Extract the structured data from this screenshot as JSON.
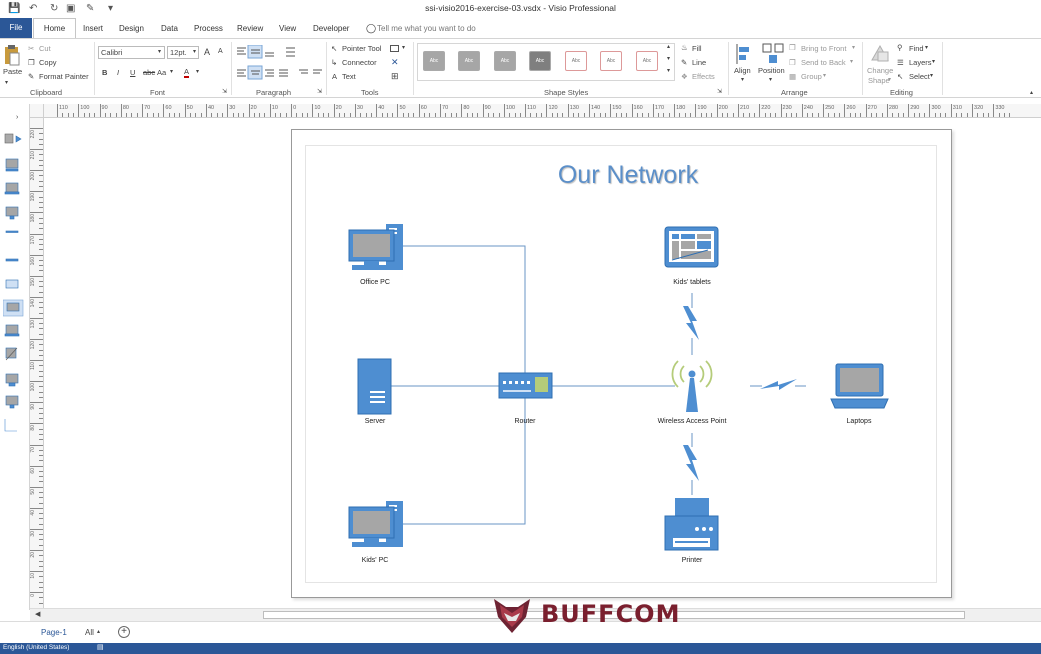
{
  "window": {
    "title": "ssi-visio2016-exercise-03.vsdx  -  Visio Professional"
  },
  "tabs": {
    "file": "File",
    "home": "Home",
    "insert": "Insert",
    "design": "Design",
    "data": "Data",
    "process": "Process",
    "review": "Review",
    "view": "View",
    "developer": "Developer",
    "tell_me_placeholder": "Tell me what you want to do"
  },
  "ribbon": {
    "clipboard": {
      "paste": "Paste",
      "cut": "Cut",
      "copy": "Copy",
      "format_painter": "Format Painter",
      "label": "Clipboard"
    },
    "font": {
      "family": "Calibri",
      "size": "12pt.",
      "bold": "B",
      "italic": "I",
      "underline": "U",
      "strike": "abc",
      "case": "Aa",
      "color": "A",
      "grow": "A",
      "shrink": "A",
      "label": "Font"
    },
    "paragraph": {
      "label": "Paragraph"
    },
    "tools": {
      "pointer": "Pointer Tool",
      "connector": "Connector",
      "text": "Text",
      "text_glyph": "A",
      "label": "Tools"
    },
    "shape_styles": {
      "sample": "Abc",
      "fill": "Fill",
      "line": "Line",
      "effects": "Effects",
      "label": "Shape Styles"
    },
    "arrange": {
      "align": "Align",
      "position": "Position",
      "bring_front": "Bring to Front",
      "send_back": "Send to Back",
      "group": "Group",
      "label": "Arrange"
    },
    "editing": {
      "change_shape_1": "Change",
      "change_shape_2": "Shape",
      "find": "Find",
      "layers": "Layers",
      "select": "Select",
      "label": "Editing"
    }
  },
  "rulers": {
    "horizontal": [
      "110",
      "100",
      "90",
      "80",
      "70",
      "60",
      "50",
      "40",
      "30",
      "20",
      "10",
      "0",
      "10",
      "20",
      "30",
      "40",
      "50",
      "60",
      "70",
      "80",
      "90",
      "100",
      "110",
      "120",
      "130",
      "140",
      "150",
      "160",
      "170",
      "180",
      "190",
      "200",
      "210",
      "220",
      "230",
      "240",
      "250",
      "260",
      "270",
      "280",
      "290",
      "300",
      "310",
      "320",
      "330"
    ],
    "vertical": [
      "220",
      "210",
      "200",
      "190",
      "180",
      "170",
      "160",
      "150",
      "140",
      "130",
      "120",
      "110",
      "100",
      "90",
      "80",
      "70",
      "60",
      "50",
      "40",
      "30",
      "20",
      "10",
      "0"
    ]
  },
  "diagram": {
    "title": "Our Network",
    "nodes": {
      "office_pc": "Office PC",
      "server": "Server",
      "kids_pc": "Kids' PC",
      "router": "Router",
      "kids_tablets": "Kids' tablets",
      "wap": "Wireless Access Point",
      "laptops": "Laptops",
      "printer": "Printer"
    },
    "colors": {
      "device": "#4e8ed1",
      "device_dark": "#2f6fb2",
      "screen": "#a6a6a6",
      "line": "#6a96c6",
      "title": "#5b8fc9"
    }
  },
  "pages": {
    "page1": "Page-1",
    "all": "All",
    "add": "+"
  },
  "status": {
    "language": "English (United States)"
  },
  "watermark": {
    "text": "BUFFCOM"
  },
  "colors": {
    "accent": "#2b5797"
  }
}
